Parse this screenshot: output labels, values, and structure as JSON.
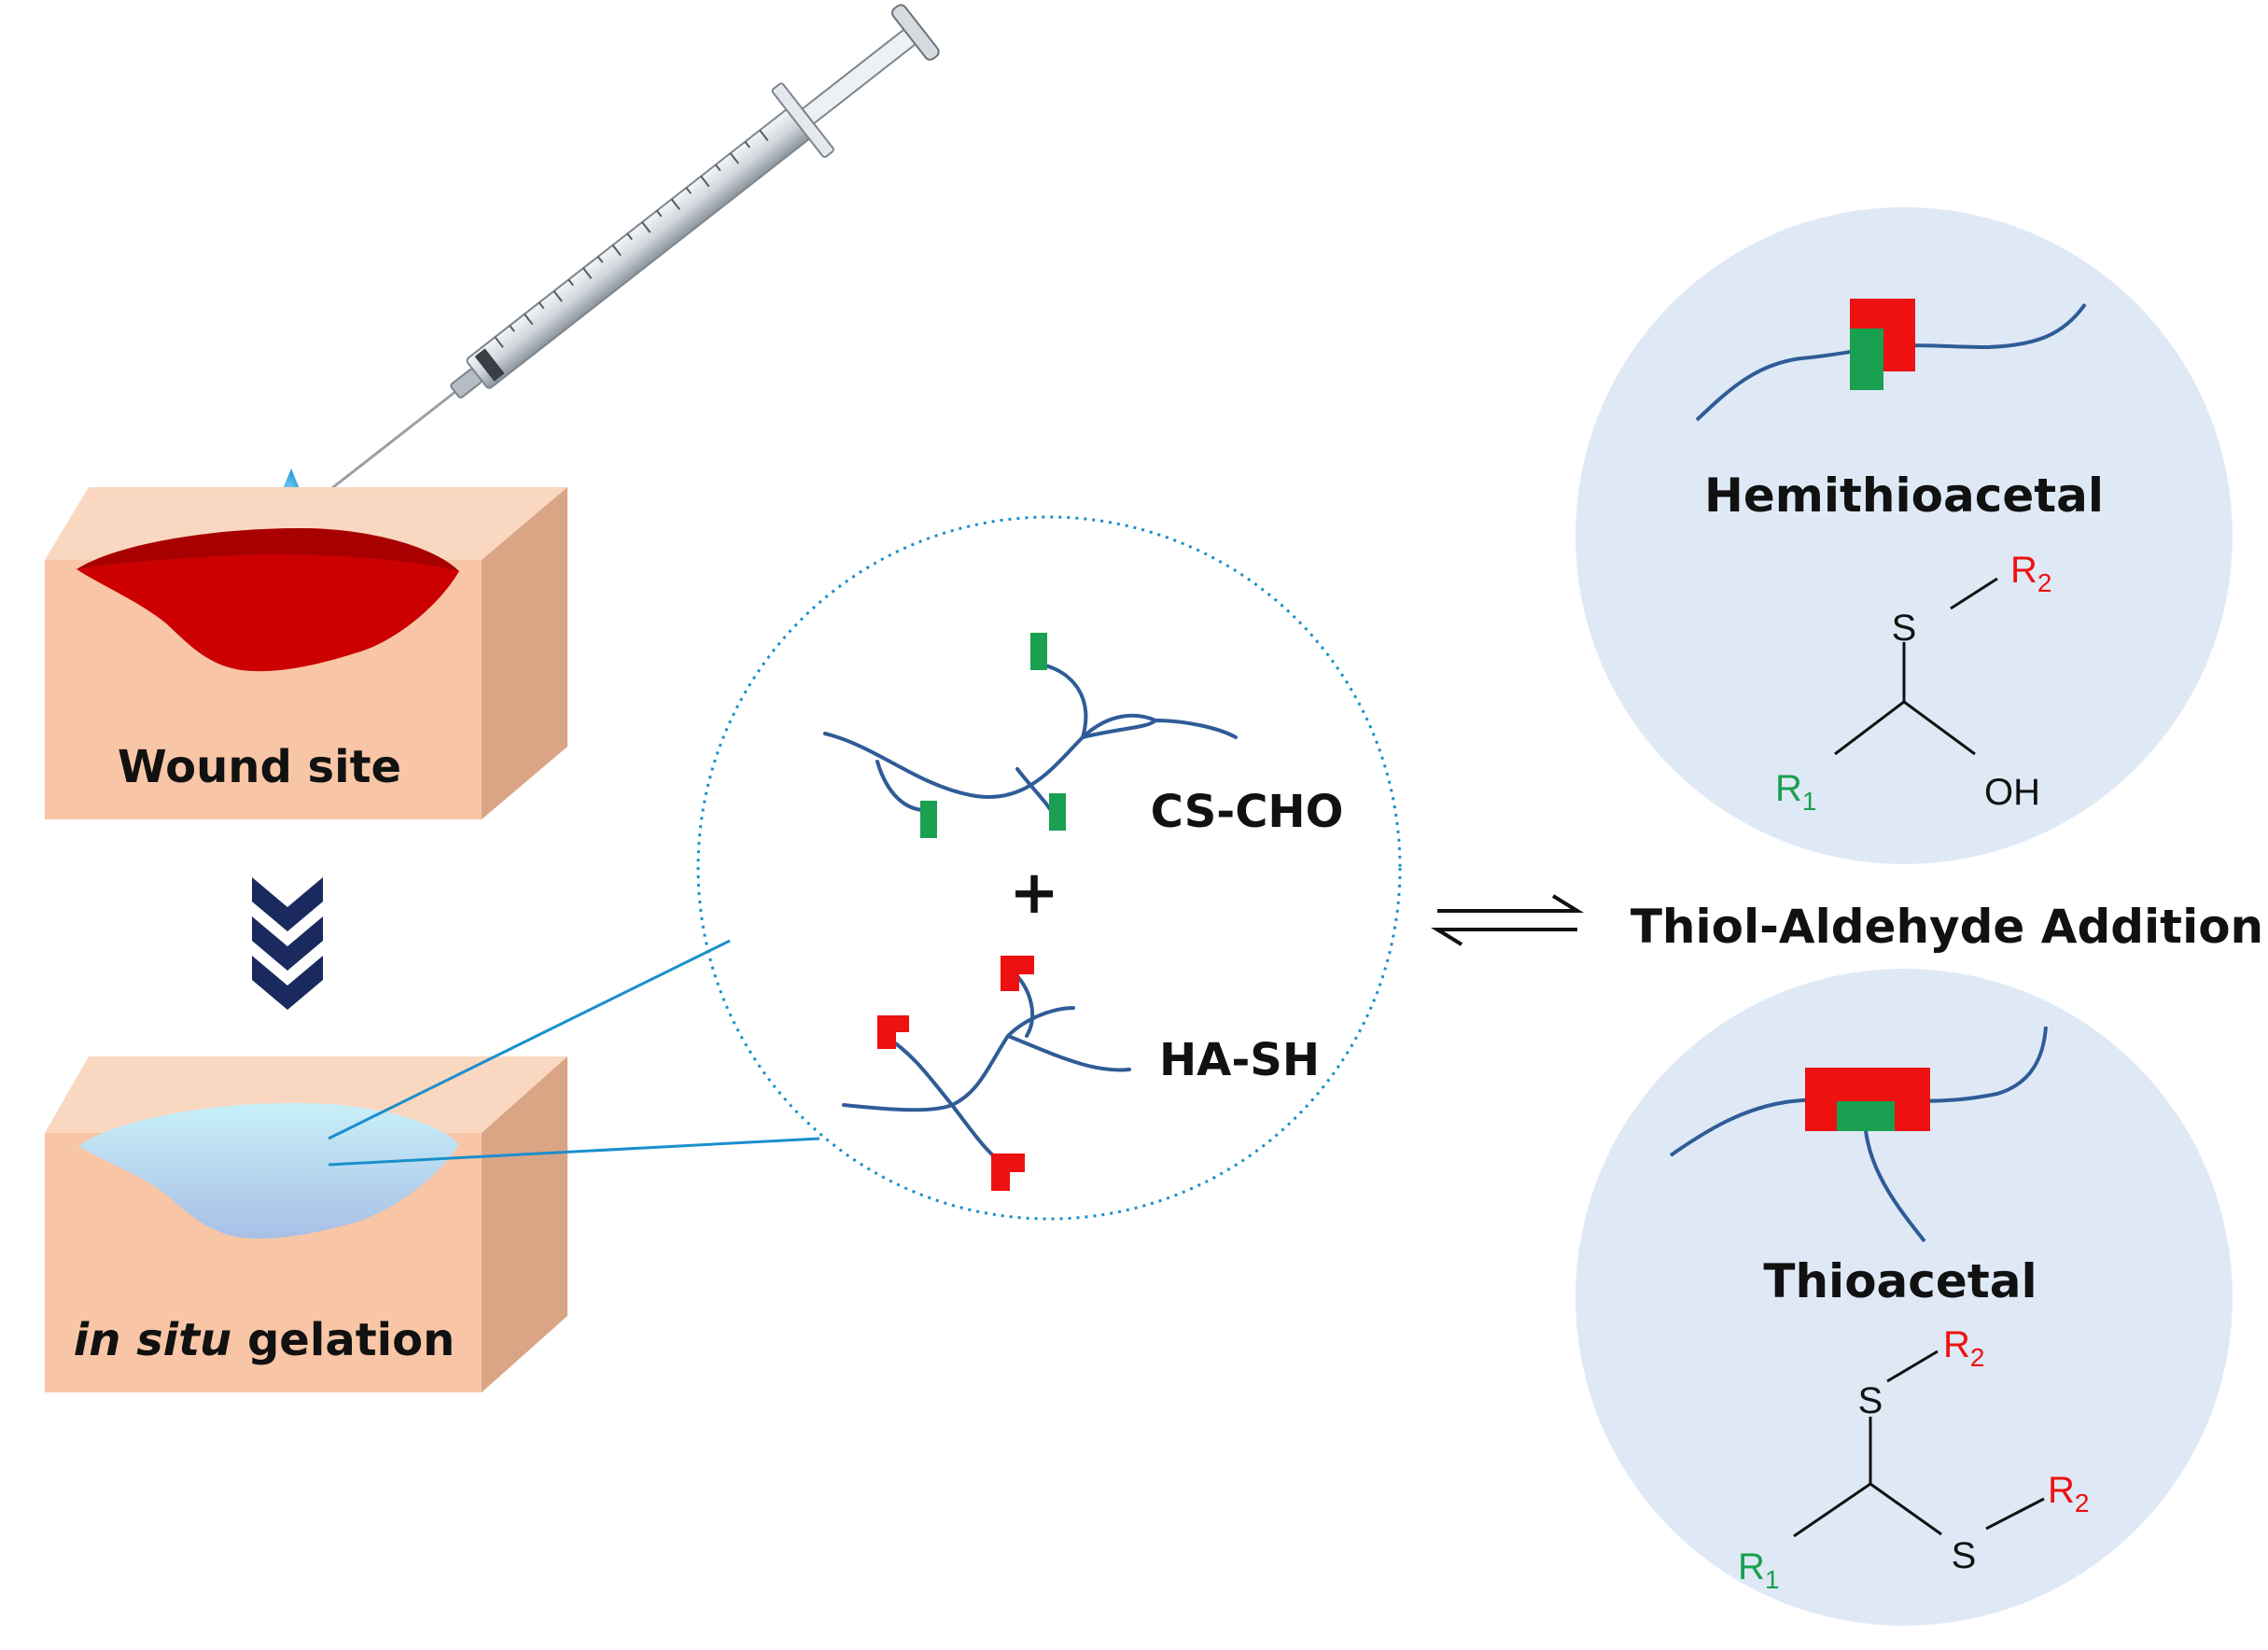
{
  "labels": {
    "wound_site": "Wound site",
    "gelation_italic": "in situ",
    "gelation_rest": " gelation",
    "cs_cho": "CS-CHO",
    "plus": "+",
    "ha_sh": "HA-SH",
    "reaction": "Thiol-Aldehyde Addition",
    "hemithioacetal": "Hemithioacetal",
    "thioacetal": "Thioacetal"
  },
  "chem": {
    "S": "S",
    "R": "R",
    "OH": "OH",
    "sub1": "1",
    "sub2": "2"
  },
  "colors": {
    "skin_front": "#f8c6a6",
    "skin_top": "#fad7c0",
    "skin_side": "#d9a585",
    "wound_red": "#cc0000",
    "gel_blue": "#bfe6f5",
    "chevron": "#1a2a5e",
    "polymer": "#2f5c96",
    "aldehyde_green": "#19a050",
    "thiol_red": "#ee1111",
    "circle_bg": "#dfe9f6",
    "leader_line": "#1a8fcc",
    "r1_green": "#19a050",
    "r2_red": "#ee1111"
  }
}
